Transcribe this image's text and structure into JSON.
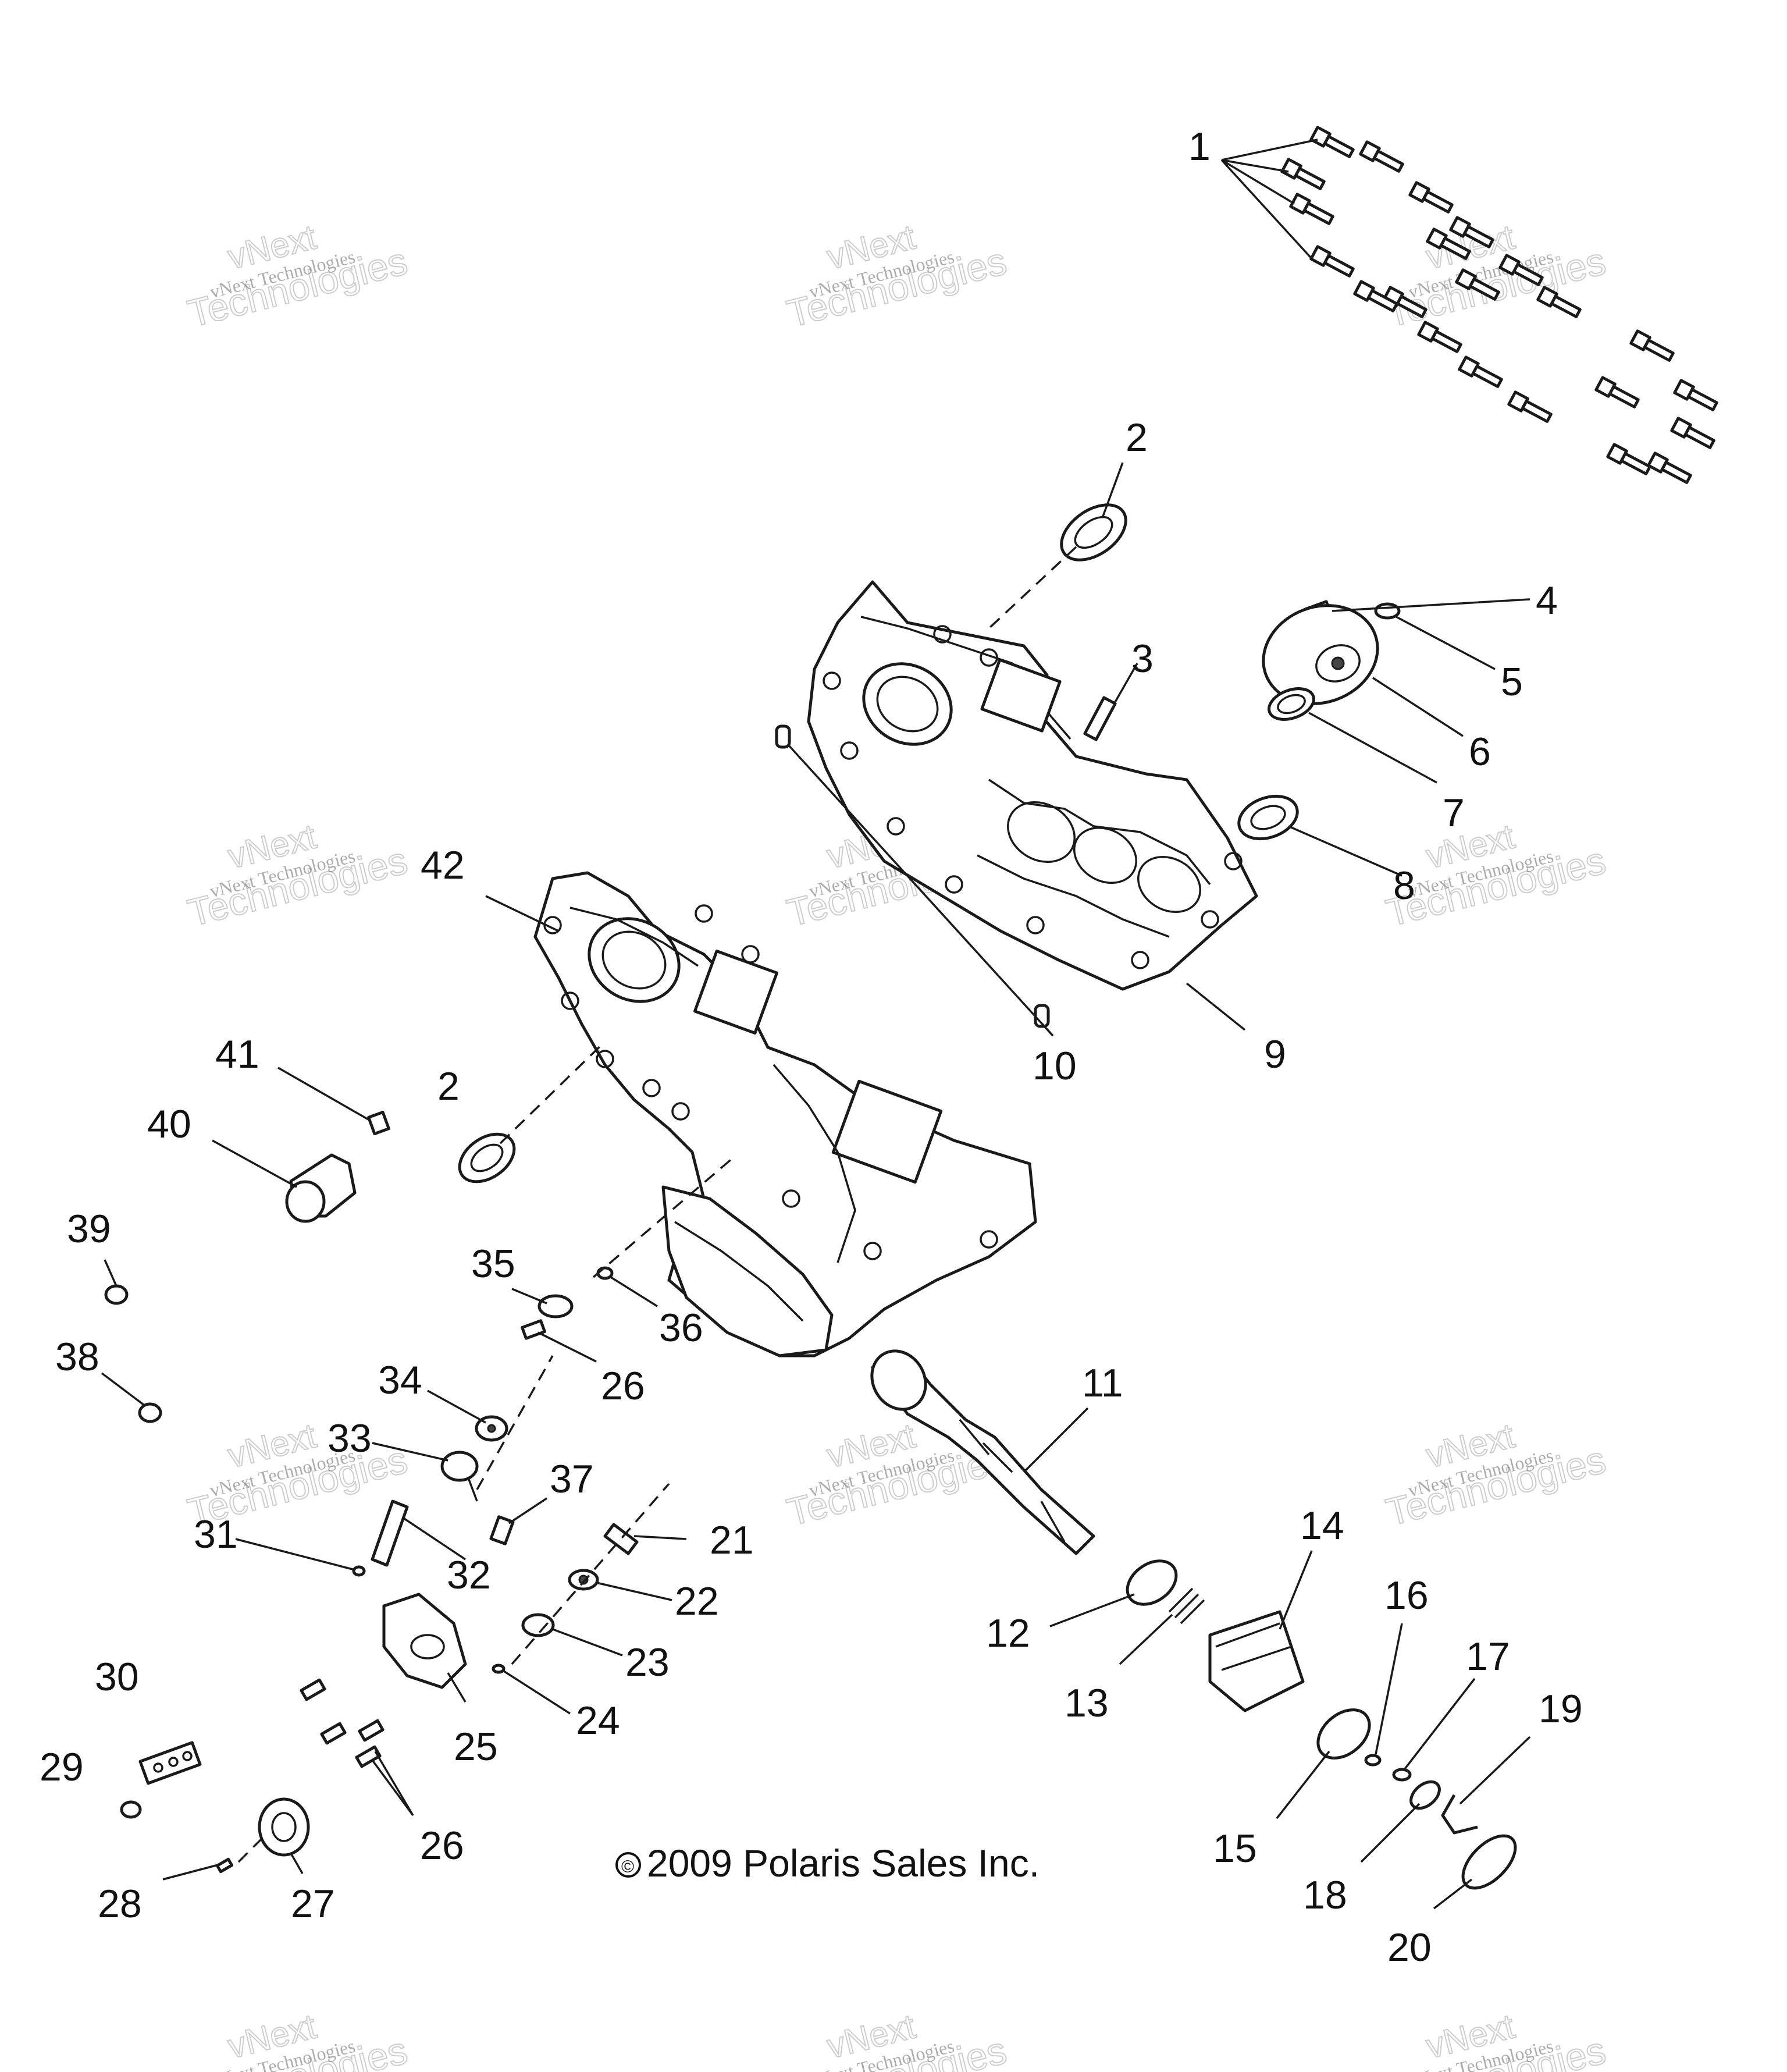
{
  "diagram": {
    "copyright": "2009 Polaris Sales Inc.",
    "copyright_symbol": "©",
    "watermark_small": "vNext Technologies",
    "watermark_large_line1": "vNext",
    "watermark_large_line2": "Technologies",
    "callouts": [
      "1",
      "2",
      "3",
      "4",
      "5",
      "6",
      "7",
      "8",
      "9",
      "10",
      "11",
      "12",
      "13",
      "14",
      "15",
      "16",
      "17",
      "18",
      "19",
      "20",
      "21",
      "22",
      "23",
      "24",
      "25",
      "26",
      "27",
      "28",
      "29",
      "30",
      "31",
      "32",
      "33",
      "34",
      "35",
      "36",
      "37",
      "38",
      "39",
      "40",
      "41",
      "42"
    ],
    "repeated_callouts": [
      "2",
      "26"
    ]
  }
}
